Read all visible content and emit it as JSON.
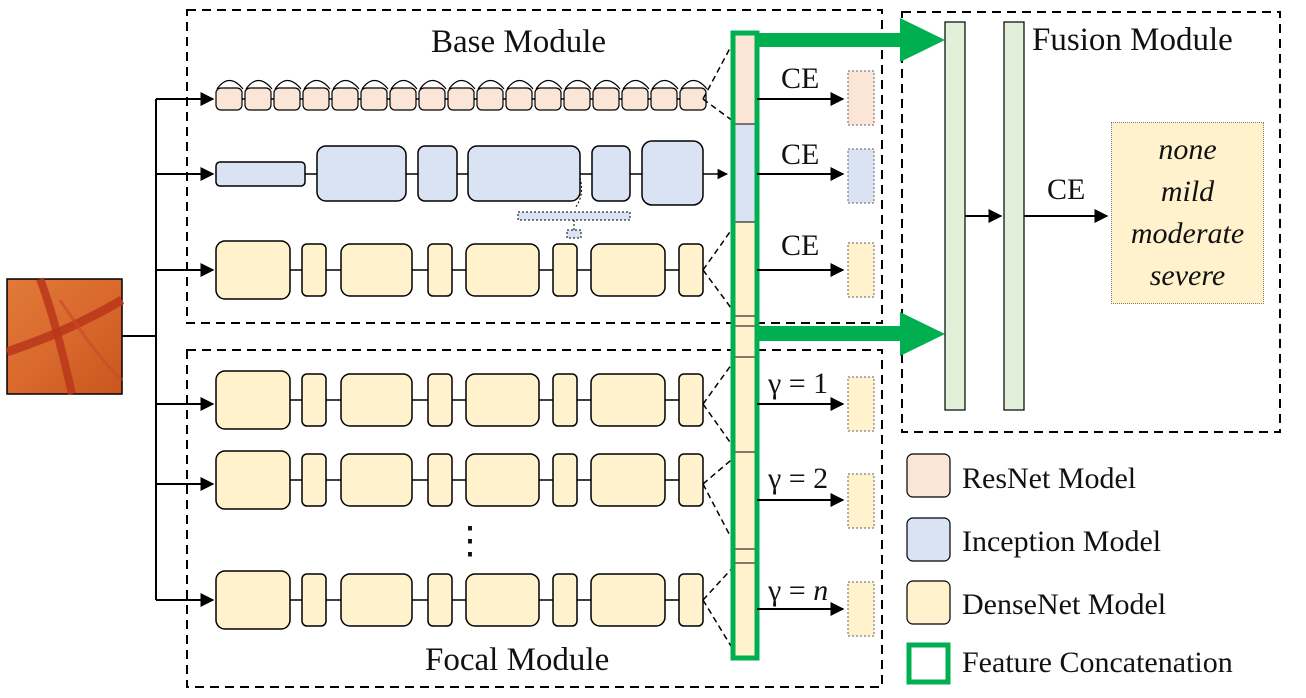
{
  "modules": {
    "base": "Base Module",
    "focal": "Focal Module",
    "fusion": "Fusion Module"
  },
  "losses": {
    "ce_resnet": "CE",
    "ce_inception": "CE",
    "ce_densenet": "CE",
    "ce_fusion": "CE",
    "focal_1": "γ = 1",
    "focal_2": "γ = 2",
    "focal_n_prefix": "γ = ",
    "focal_n_var": "n"
  },
  "ellipsis": "⋮",
  "outputs": [
    "none",
    "mild",
    "moderate",
    "severe"
  ],
  "legend": [
    {
      "label": "ResNet Model",
      "color": "#fbe5d6"
    },
    {
      "label": "Inception Model",
      "color": "#dae3f3"
    },
    {
      "label": "DenseNet Model",
      "color": "#fff2cc"
    },
    {
      "label": "Feature Concatenation",
      "color": "#00b050"
    }
  ],
  "colors": {
    "resnet": "#fbe5d6",
    "inception": "#dae3f3",
    "densenet": "#fff2cc",
    "fusion_layer": "#e2f0d9",
    "concat": "#00b050"
  }
}
